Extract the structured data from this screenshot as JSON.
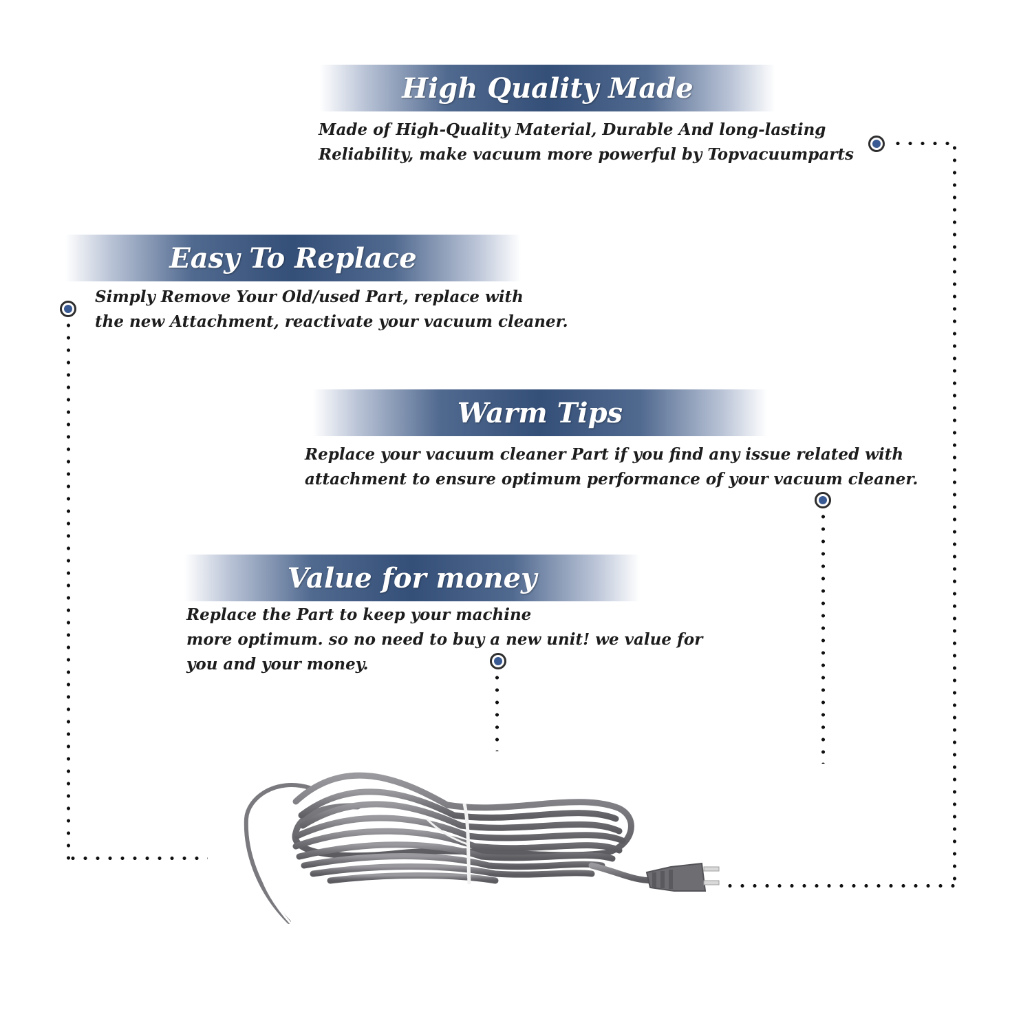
{
  "features": [
    {
      "title": "High Quality Made",
      "lines": [
        "Made of  High-Quality Material, Durable And long-lasting",
        "Reliability, make vacuum more powerful by Topvacuumparts"
      ]
    },
    {
      "title": "Easy To Replace",
      "lines": [
        "Simply Remove Your Old/used Part, replace with",
        "the new Attachment, reactivate your vacuum cleaner."
      ]
    },
    {
      "title": "Warm Tips",
      "lines": [
        "Replace your vacuum cleaner Part if you find any issue related with",
        " attachment to ensure optimum performance of your vacuum cleaner."
      ]
    },
    {
      "title": "Value for money",
      "lines": [
        "Replace the Part to keep your machine",
        "more optimum. so no need to buy a new unit! we value for",
        "you and your money."
      ]
    }
  ],
  "colors": {
    "banner": "#344f78",
    "bullet": "#3a5a93",
    "cord": "#76757a"
  }
}
